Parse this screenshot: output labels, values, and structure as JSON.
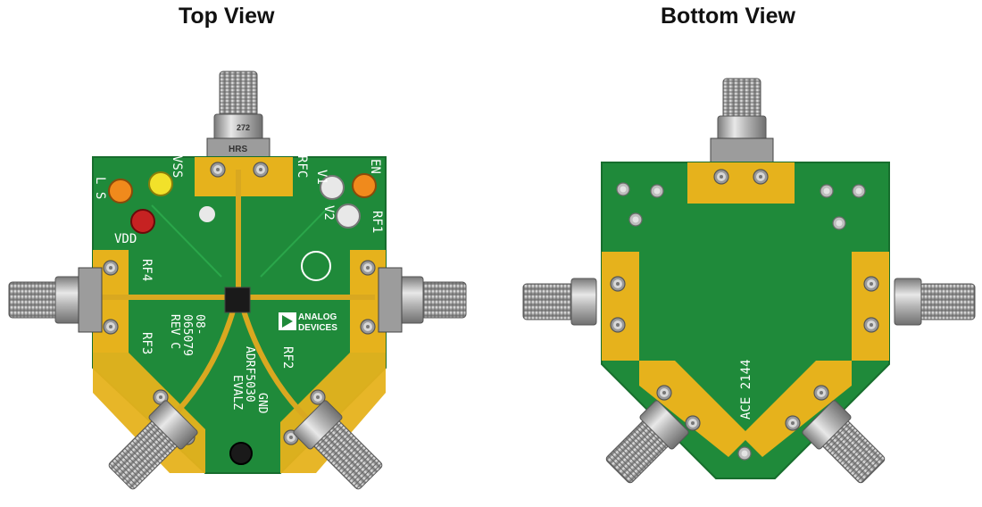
{
  "titles": {
    "top": "Top View",
    "bottom": "Bottom View"
  },
  "colors": {
    "pcb": "#1f8a3a",
    "pcb_dark": "#176d2d",
    "gold": "#e6b21c",
    "gold_dark": "#c9951a",
    "silk": "#ffffff",
    "metal": "#b8b8b8"
  },
  "top_board": {
    "silkscreen": {
      "ls": "L S",
      "vss": "VSS",
      "rfc": "RFC",
      "v1": "V1",
      "v2": "V2",
      "en": "EN",
      "rf1": "RF1",
      "vdd": "VDD",
      "rf4": "RF4",
      "rf3": "RF3",
      "rf2": "RF2",
      "pn_a": "08-",
      "pn_b": "065079",
      "rev": "REV C",
      "part": "ADRF5030",
      "eval": "EVALZ",
      "gnd": "GND",
      "logo_line1": "ANALOG",
      "logo_line2": "DEVICES",
      "hrs": "HRS",
      "conn_code": "272"
    }
  },
  "bottom_board": {
    "silkscreen": {
      "code": "ACE 2144"
    }
  }
}
